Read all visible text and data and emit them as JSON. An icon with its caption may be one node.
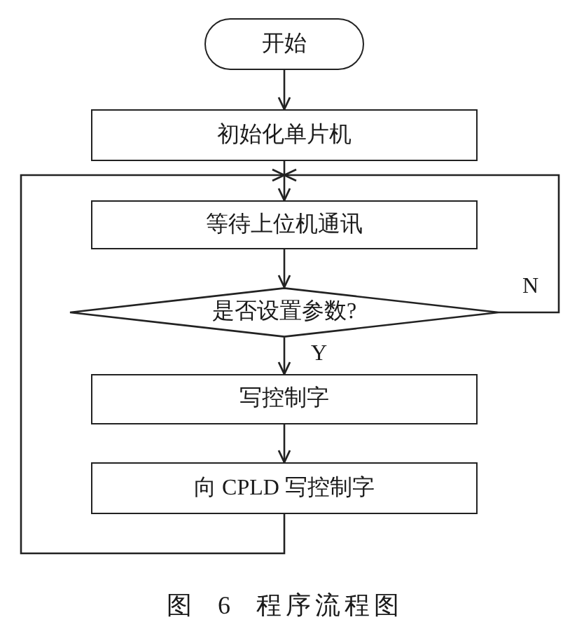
{
  "diagram": {
    "caption": "图 6 程序流程图",
    "nodes": [
      {
        "text": [
          "开始"
        ]
      },
      {
        "text": [
          "初始化单片机"
        ]
      },
      {
        "text": [
          "等待上位机通讯"
        ]
      },
      {
        "text": [
          "是否设置参数?"
        ]
      },
      {
        "text": [
          "写控制字"
        ]
      },
      {
        "text": [
          "向 CPLD 写控制字"
        ]
      }
    ],
    "edges": [
      {
        "from": 0,
        "to": 1,
        "arrow": "to"
      },
      {
        "from": 1,
        "to": 2,
        "arrow": "to"
      },
      {
        "from": 2,
        "to": 3,
        "arrow": "to"
      },
      {
        "from": 3,
        "to": 2,
        "arrow": "to",
        "label": "N"
      },
      {
        "from": 3,
        "to": 4,
        "arrow": "to",
        "label": "Y"
      },
      {
        "from": 4,
        "to": 5,
        "arrow": "to"
      },
      {
        "from": 5,
        "to": 2,
        "arrow": "to"
      }
    ]
  }
}
